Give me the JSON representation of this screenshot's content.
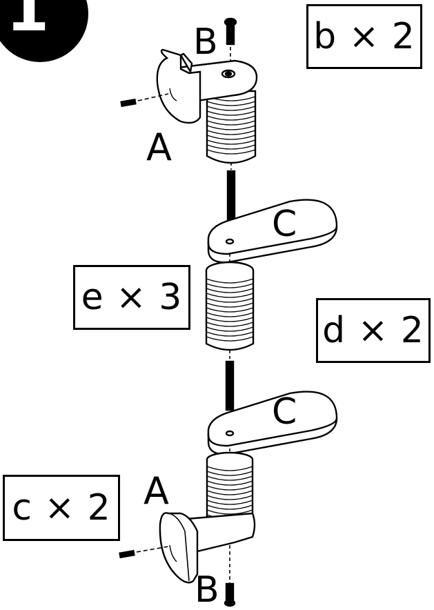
{
  "step": {
    "number": "1"
  },
  "quantities": {
    "b": "b × 2",
    "e": "e × 3",
    "d": "d × 2",
    "c": "c × 2"
  },
  "part_labels": {
    "a_top": "A",
    "a_bottom": "A",
    "b_top": "B",
    "b_bottom": "B",
    "c_top": "C",
    "c_bottom": "C"
  }
}
